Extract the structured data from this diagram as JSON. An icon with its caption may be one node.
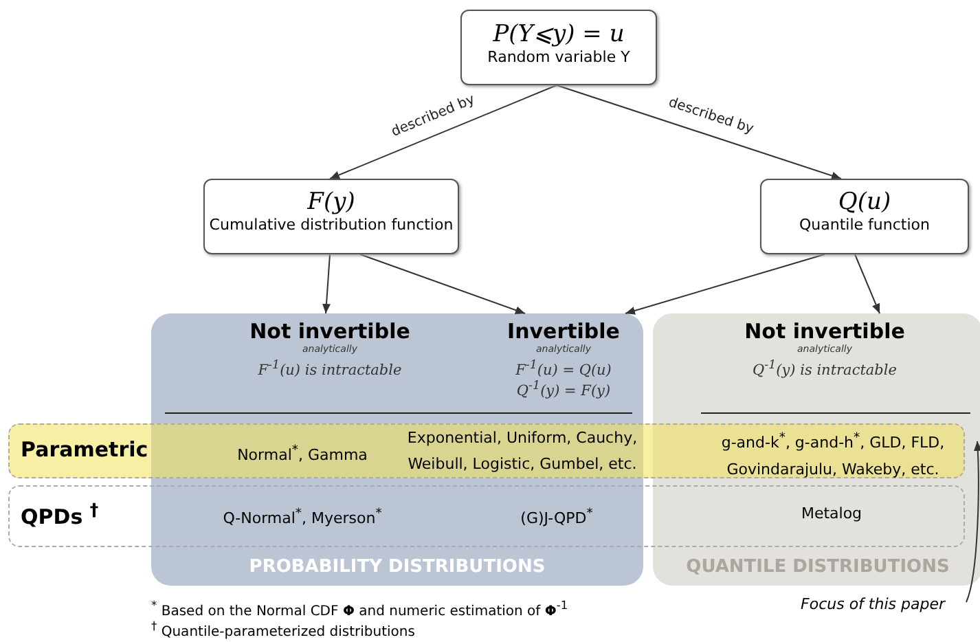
{
  "diagram": {
    "nodes": [
      {
        "text": [
          "P(Y⩽y) = u",
          "Random variable Y"
        ]
      },
      {
        "text": [
          "F(y)",
          "Cumulative distribution function"
        ]
      },
      {
        "text": [
          "Q(u)",
          "Quantile function"
        ]
      },
      {
        "text": [
          "PROBABILITY DISTRIBUTIONS"
        ]
      },
      {
        "text": [
          "QUANTILE DISTRIBUTIONS"
        ]
      },
      {
        "text": [
          "Parametric"
        ]
      },
      {
        "text": [
          "QPDs $^{†}$"
        ]
      },
      {
        "text": [
          "Not invertible",
          "analytically",
          "F$^{-1}$(u) is intractable"
        ],
        "in": 3
      },
      {
        "text": [
          "Invertible",
          "analytically",
          "F$^{-1}$(u) = Q(u)",
          "Q$^{-1}$(y) = F(y)"
        ],
        "in": 3
      },
      {
        "text": [
          "Not invertible",
          "analytically",
          "Q$^{-1}$(y) is intractable"
        ],
        "in": 4
      },
      {
        "text": [
          "Normal$^{*}$, Gamma"
        ]
      },
      {
        "text": [
          "Exponential, Uniform, Cauchy, Weibull, Logistic, Gumbel, etc."
        ]
      },
      {
        "text": [
          "g-and-k$^{*}$, g-and-h$^{*}$, GLD, FLD, Govindarajulu, Wakeby, etc."
        ]
      },
      {
        "text": [
          "Q-Normal$^{*}$, Myerson$^{*}$"
        ]
      },
      {
        "text": [
          "(G)J-QPD$^{*}$"
        ]
      },
      {
        "text": [
          "Metalog"
        ]
      },
      {
        "text": [
          "Focus of this paper"
        ]
      }
    ],
    "edges": [
      {
        "from": 0,
        "to": 1,
        "arrow": "to",
        "label": "described by"
      },
      {
        "from": 0,
        "to": 2,
        "arrow": "to",
        "label": "described by"
      },
      {
        "from": 1,
        "to": 7,
        "arrow": "to"
      },
      {
        "from": 1,
        "to": 8,
        "arrow": "to"
      },
      {
        "from": 2,
        "to": 8,
        "arrow": "to"
      },
      {
        "from": 2,
        "to": 9,
        "arrow": "to"
      },
      {
        "from": 16,
        "to": 12,
        "arrow": "to"
      }
    ],
    "labels": [
      "$^{*}$ Based on the Normal CDF **Φ** and numeric estimation of **Φ**$^{-1}$",
      "$^{†}$ Quantile-parameterized distributions"
    ]
  }
}
